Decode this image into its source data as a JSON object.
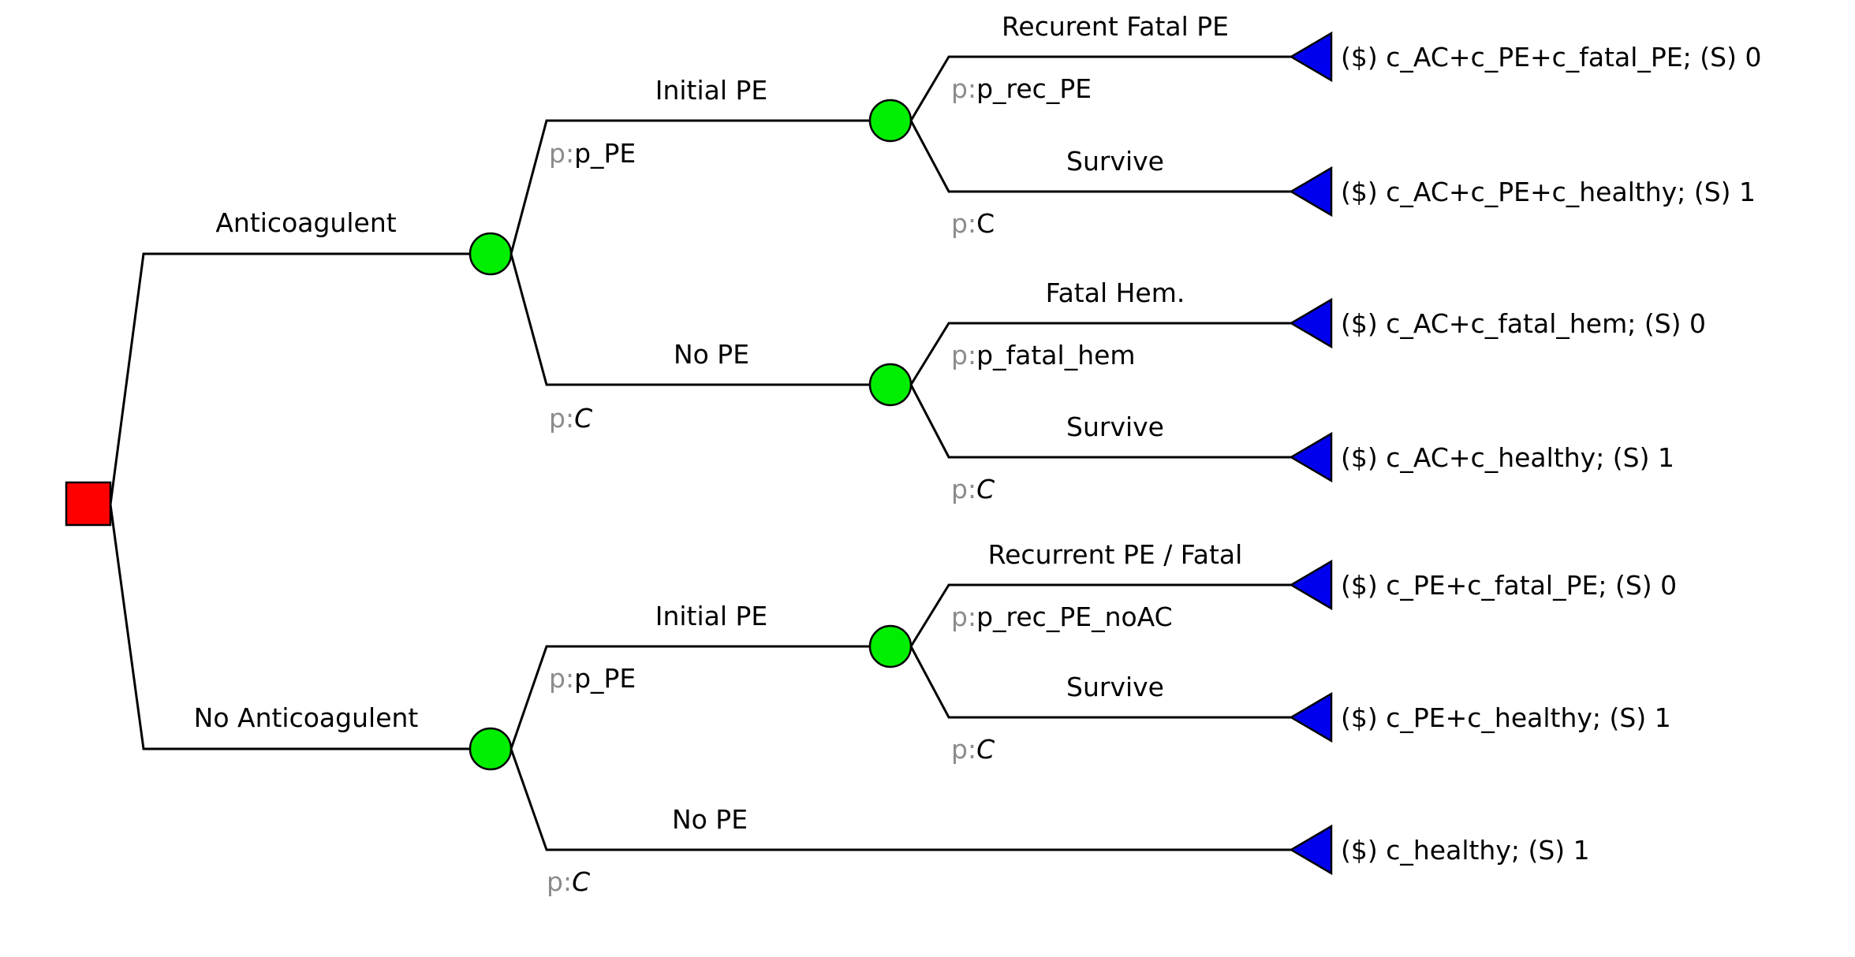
{
  "tree": {
    "root": {
      "type": "decision",
      "color": "#ff0000"
    },
    "colors": {
      "chance": "#00ee00",
      "terminal": "#0000ee",
      "probability_prefix": "#8c8c8c"
    },
    "probability_prefix": "p:",
    "branches": {
      "anticoagulent": {
        "label": "Anticoagulent"
      },
      "no_anticoagulent": {
        "label": "No Anticoagulent"
      }
    },
    "events": {
      "ac_initial_pe": {
        "label": "Initial PE",
        "prob": "p_PE"
      },
      "ac_no_pe": {
        "label": "No PE",
        "prob": "C"
      },
      "ac_pe_recurrent_fatal": {
        "label": "Recurent Fatal PE",
        "prob": "p_rec_PE"
      },
      "ac_pe_survive": {
        "label": "Survive",
        "prob": "C"
      },
      "ac_nope_fatal_hem": {
        "label": "Fatal Hem.",
        "prob": "p_fatal_hem"
      },
      "ac_nope_survive": {
        "label": "Survive",
        "prob": "C"
      },
      "noac_initial_pe": {
        "label": "Initial PE",
        "prob": "p_PE"
      },
      "noac_no_pe": {
        "label": "No PE",
        "prob": "C"
      },
      "noac_pe_recurrent_fatal": {
        "label": "Recurrent PE / Fatal",
        "prob": "p_rec_PE_noAC"
      },
      "noac_pe_survive": {
        "label": "Survive",
        "prob": "C"
      }
    },
    "payoffs": {
      "t1": "($) c_AC+c_PE+c_fatal_PE; (S) 0",
      "t2": "($) c_AC+c_PE+c_healthy; (S) 1",
      "t3": "($) c_AC+c_fatal_hem; (S) 0",
      "t4": "($) c_AC+c_healthy; (S) 1",
      "t5": "($) c_PE+c_fatal_PE; (S) 0",
      "t6": "($) c_PE+c_healthy; (S) 1",
      "t7": "($) c_healthy; (S) 1"
    }
  }
}
